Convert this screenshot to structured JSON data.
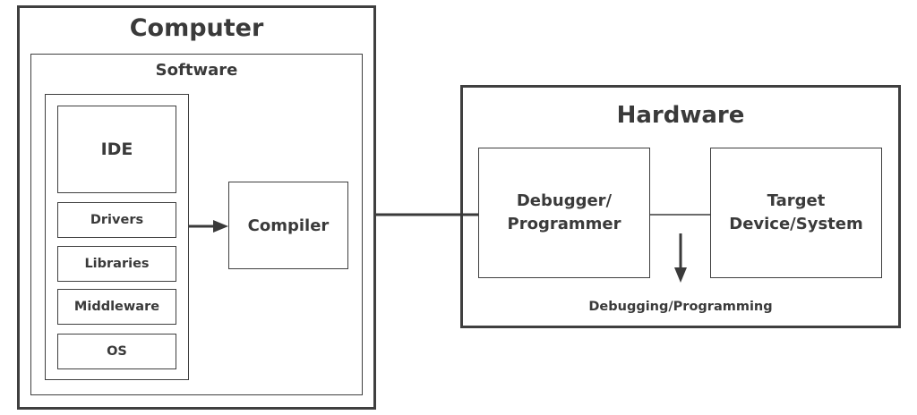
{
  "computer": {
    "title": "Computer",
    "software": {
      "title": "Software",
      "stack": [
        "IDE",
        "Drivers",
        "Libraries",
        "Middleware",
        "OS"
      ],
      "compiler": "Compiler"
    }
  },
  "hardware": {
    "title": "Hardware",
    "debugger": "Debugger/\nProgrammer",
    "target": "Target\nDevice/System",
    "caption": "Debugging/Programming"
  },
  "colors": {
    "stroke": "#3f3f3f",
    "text": "#3a3a3a",
    "background": "#ffffff"
  }
}
